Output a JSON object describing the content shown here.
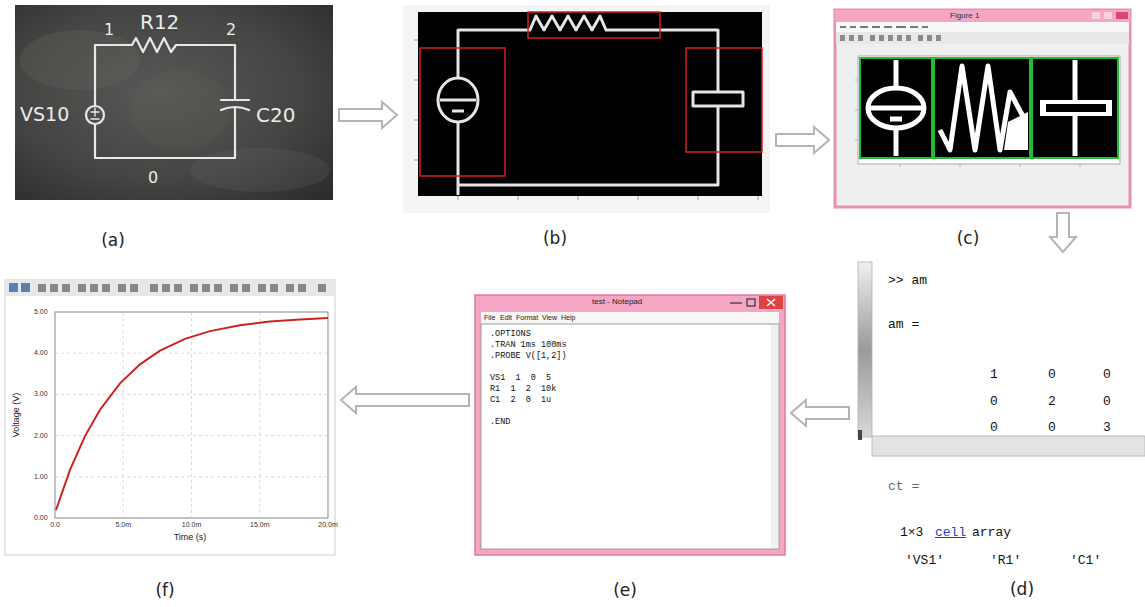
{
  "diagram": {
    "nodes": [
      {
        "text": [
          "(a)"
        ]
      },
      {
        "text": [
          "(b)"
        ]
      },
      {
        "text": [
          "(c)"
        ]
      },
      {
        "text": [
          "(d)"
        ]
      },
      {
        "text": [
          "(e)"
        ]
      },
      {
        "text": [
          "(f)"
        ]
      }
    ],
    "edges": [
      {
        "from": 0,
        "to": 1,
        "arrow": "to"
      },
      {
        "from": 1,
        "to": 2,
        "arrow": "to"
      },
      {
        "from": 2,
        "to": 3,
        "arrow": "to"
      },
      {
        "from": 3,
        "to": 4,
        "arrow": "to"
      },
      {
        "from": 4,
        "to": 5,
        "arrow": "to"
      }
    ],
    "labels": [
      "1",
      "R12",
      "2",
      "VS10",
      "C20",
      "0",
      "Figure 1",
      ">> am",
      "am =",
      "1",
      "0",
      "0",
      "0",
      "2",
      "0",
      "0",
      "0",
      "3",
      "ct =",
      "1×3",
      "cell",
      "array",
      "'VS1'",
      "'R1'",
      "'C1'",
      "test - Notepad",
      "File",
      "Edit",
      "Format",
      "View",
      "Help",
      ".OPTIONS",
      ".TRAN 1ms 100ms",
      ".PROBE V([1,2])",
      "VS1  1  0  5",
      "R1  1  2  10k",
      "C1  2  0  1u",
      ".END",
      "Voltage (V)",
      "Time (s)",
      "5.00",
      "4.00",
      "3.00",
      "2.00",
      "1.00",
      "0.00",
      "0.0",
      "5.0m",
      "10.0m",
      "15.0m",
      "20.0m"
    ]
  }
}
